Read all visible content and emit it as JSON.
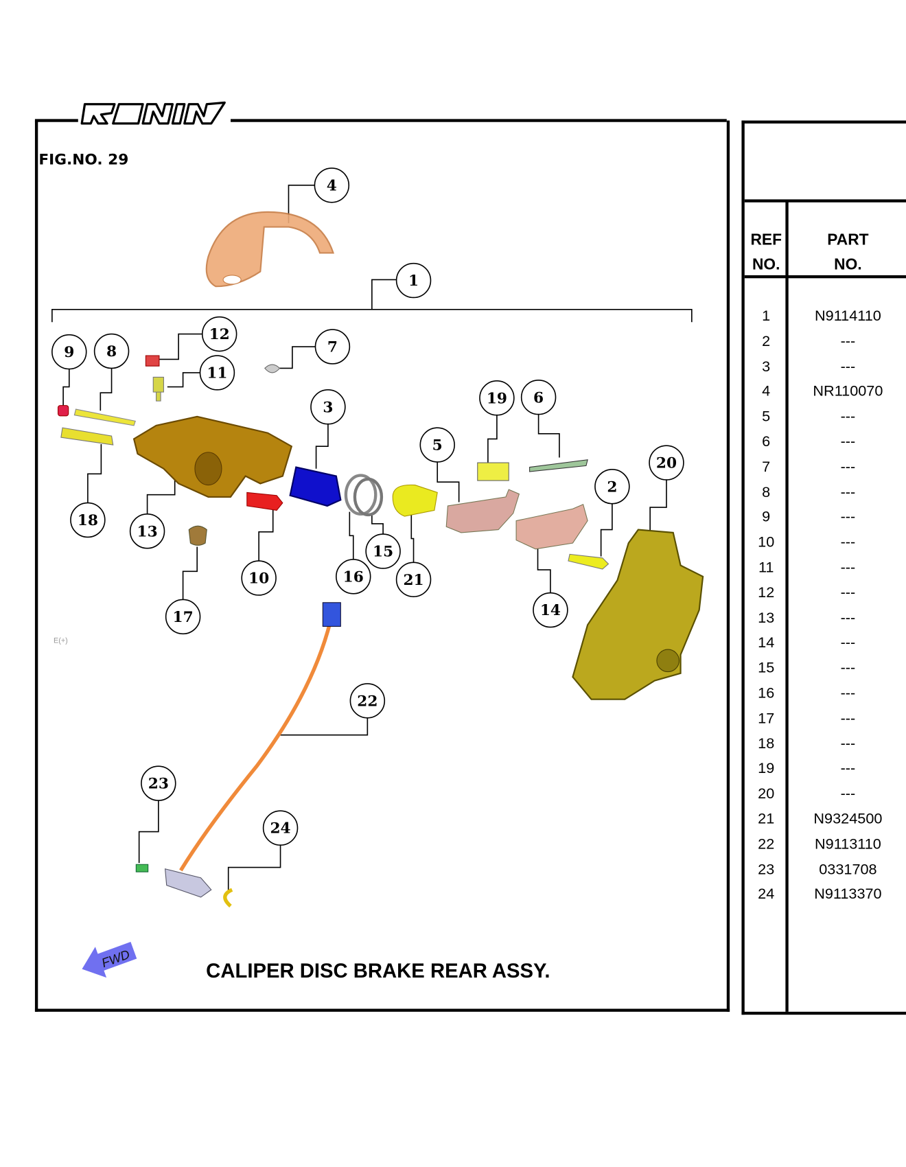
{
  "header": {
    "logo_text": "RONIN",
    "figure_label": "FIG.NO. 29"
  },
  "diagram": {
    "title": "CALIPER DISC BRAKE REAR ASSY.",
    "direction_label": "FWD",
    "small_mark": "E(+)",
    "callouts": [
      "1",
      "2",
      "3",
      "4",
      "5",
      "6",
      "7",
      "8",
      "9",
      "10",
      "11",
      "12",
      "13",
      "14",
      "15",
      "16",
      "17",
      "18",
      "19",
      "20",
      "21",
      "22",
      "23",
      "24"
    ]
  },
  "parts_table": {
    "headers": {
      "ref_line1": "REF",
      "ref_line2": "NO.",
      "part_line1": "PART",
      "part_line2": "NO."
    },
    "rows": [
      {
        "ref": "1",
        "part": "N9114110"
      },
      {
        "ref": "2",
        "part": "---"
      },
      {
        "ref": "3",
        "part": "---"
      },
      {
        "ref": "4",
        "part": "NR110070"
      },
      {
        "ref": "5",
        "part": "---"
      },
      {
        "ref": "6",
        "part": "---"
      },
      {
        "ref": "7",
        "part": "---"
      },
      {
        "ref": "8",
        "part": "---"
      },
      {
        "ref": "9",
        "part": "---"
      },
      {
        "ref": "10",
        "part": "---"
      },
      {
        "ref": "11",
        "part": "---"
      },
      {
        "ref": "12",
        "part": "---"
      },
      {
        "ref": "13",
        "part": "---"
      },
      {
        "ref": "14",
        "part": "---"
      },
      {
        "ref": "15",
        "part": "---"
      },
      {
        "ref": "16",
        "part": "---"
      },
      {
        "ref": "17",
        "part": "---"
      },
      {
        "ref": "18",
        "part": "---"
      },
      {
        "ref": "19",
        "part": "---"
      },
      {
        "ref": "20",
        "part": "---"
      },
      {
        "ref": "21",
        "part": "N9324500"
      },
      {
        "ref": "22",
        "part": "N9113110"
      },
      {
        "ref": "23",
        "part": "0331708"
      },
      {
        "ref": "24",
        "part": "N9113370"
      }
    ]
  }
}
